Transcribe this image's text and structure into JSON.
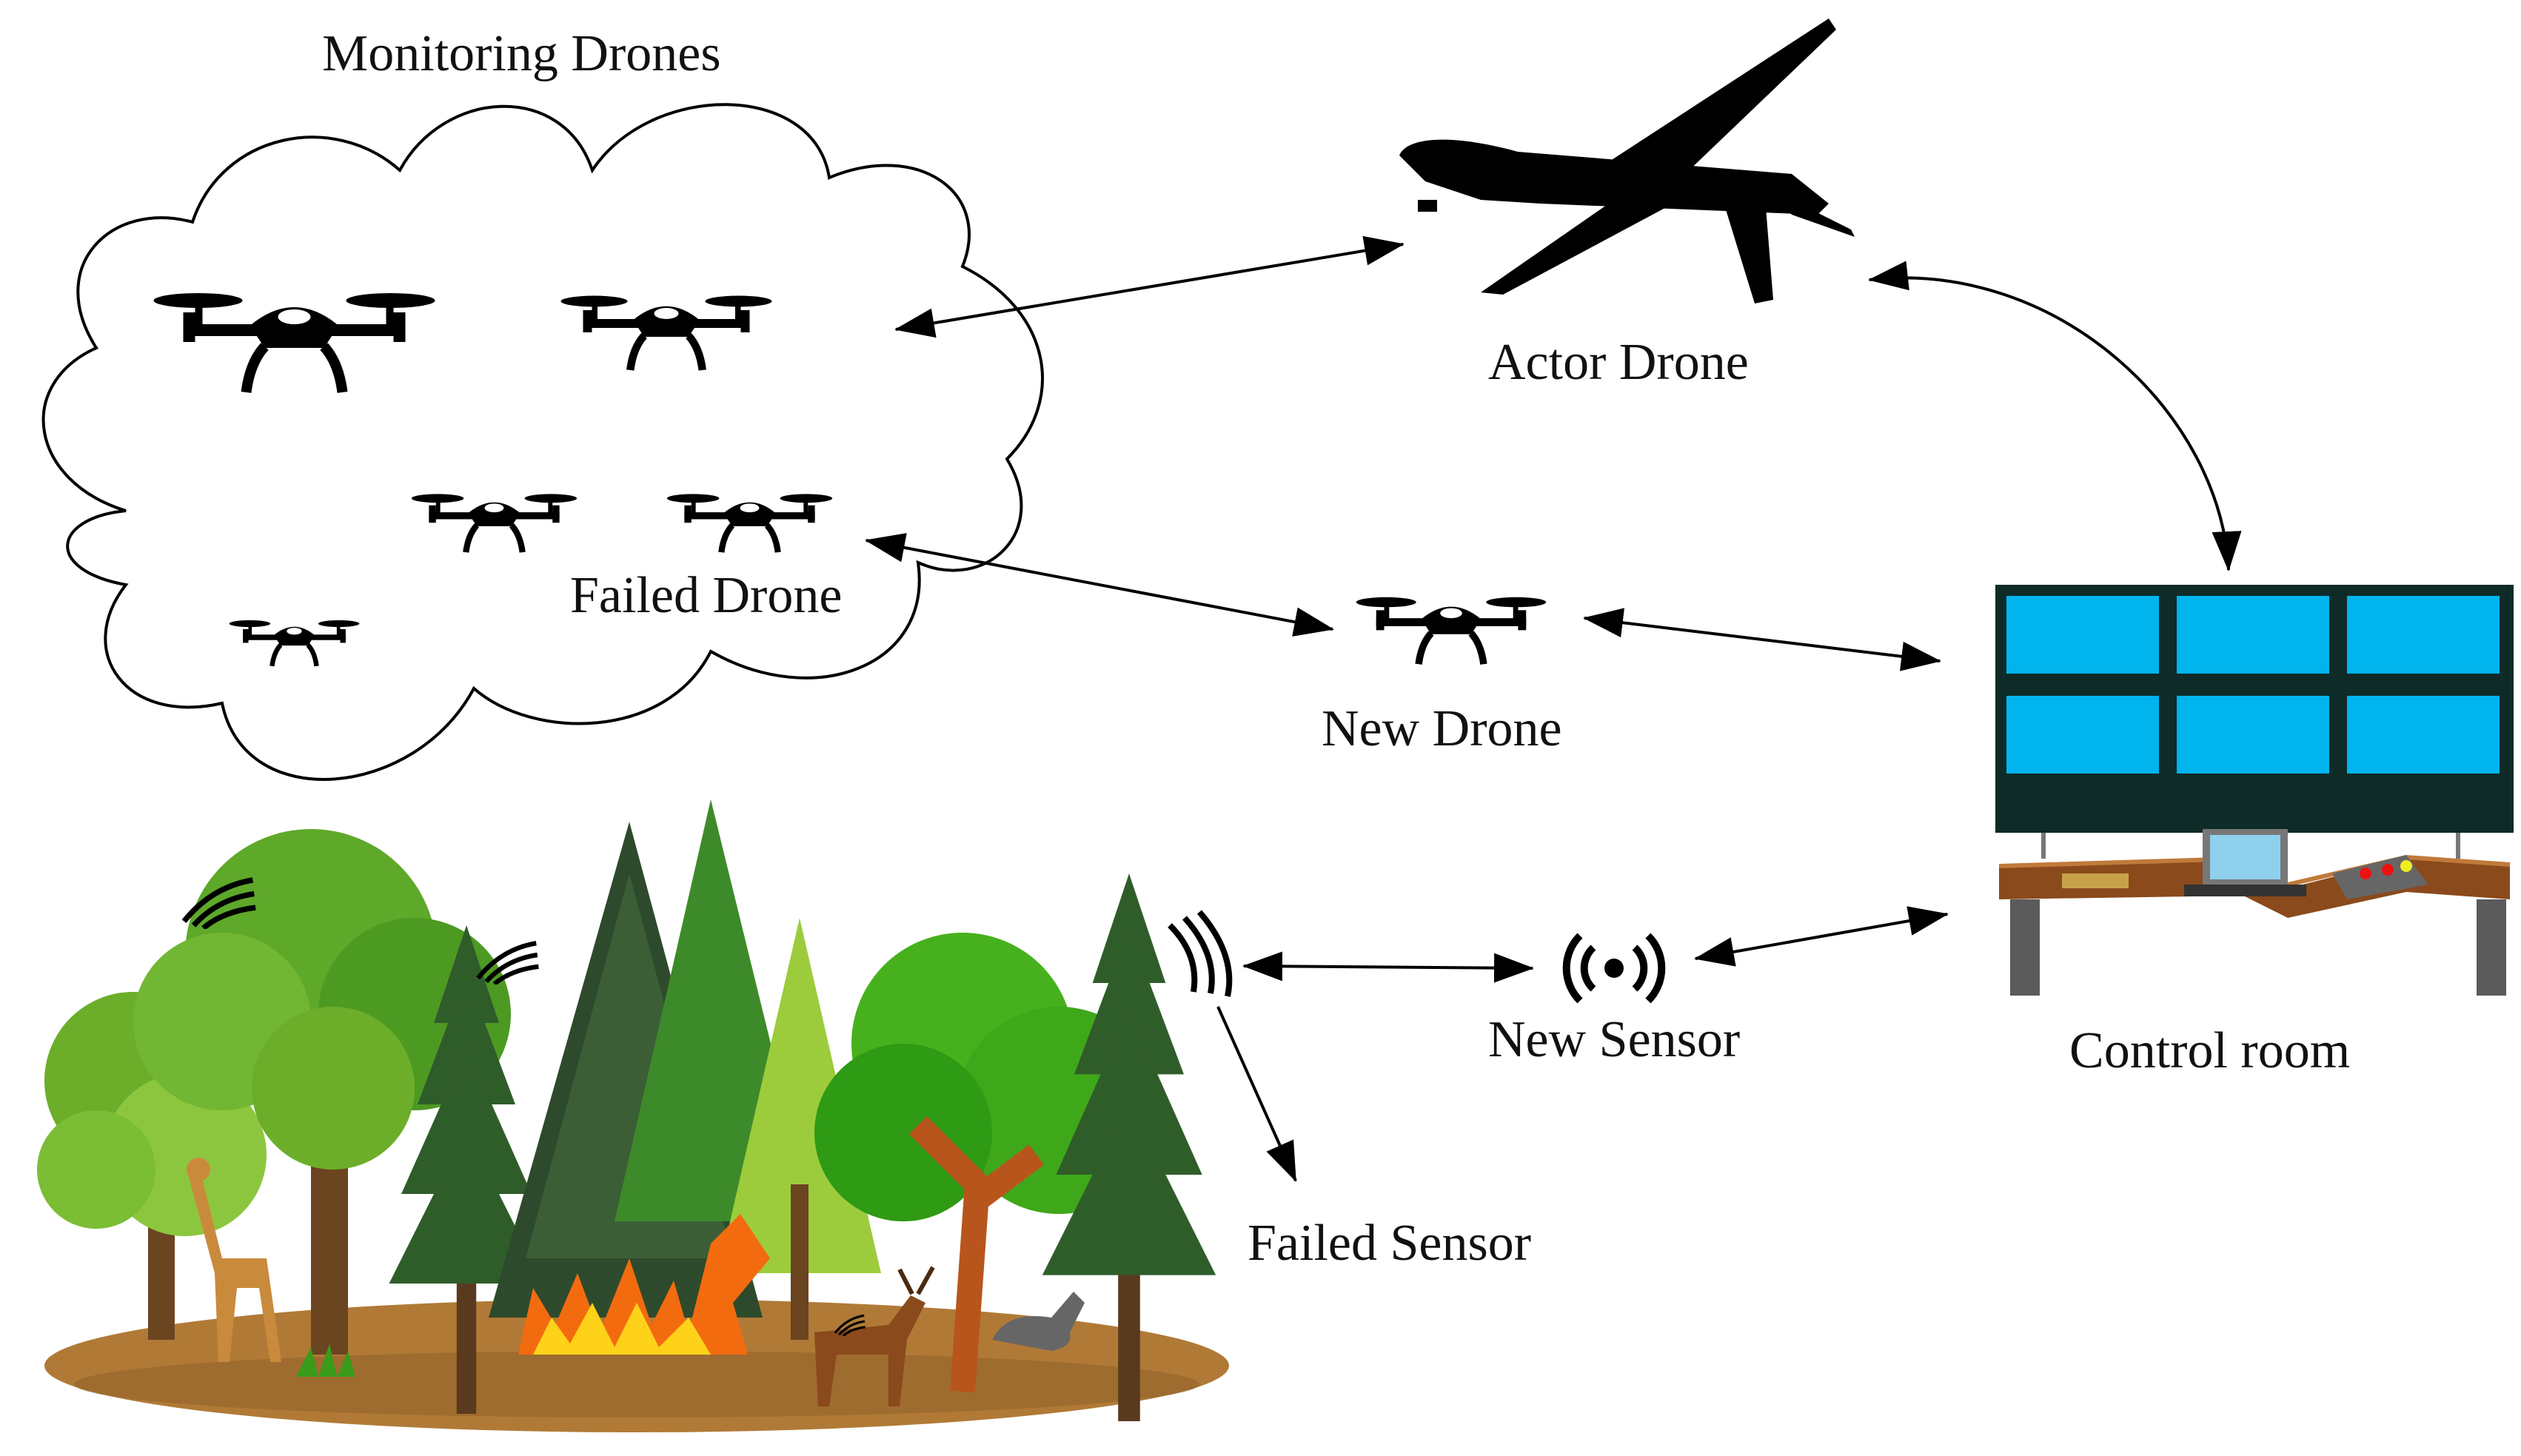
{
  "labels": {
    "monitoring": "Monitoring Drones",
    "actor": "Actor Drone",
    "failed_drone": "Failed Drone",
    "new_drone": "New Drone",
    "control_room": "Control room",
    "new_sensor": "New Sensor",
    "failed_sensor": "Failed Sensor"
  },
  "colors": {
    "ink": "#000000",
    "screen": "#00b4ee",
    "screen_frame": "#0e2b28",
    "desk": "#8a4a1c",
    "desk_leg": "#5b5b5b",
    "ground": "#b07a36",
    "tree_green": "#4d9a23",
    "tree_light": "#8cc63f",
    "pine_dark": "#2e4a2c",
    "fire": "#f36b0f"
  }
}
